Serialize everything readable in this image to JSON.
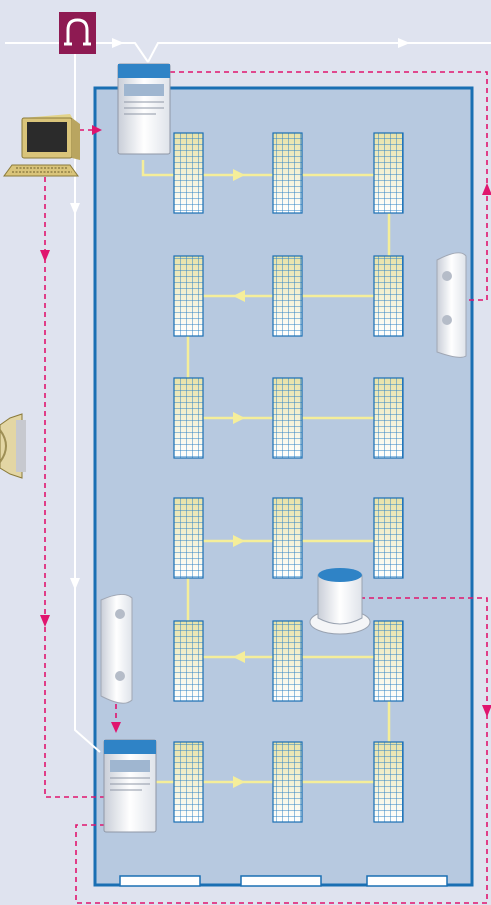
{
  "diagram": {
    "colors": {
      "background": "#dfe3ef",
      "room_fill": "#b7c9e0",
      "room_border": "#1a6fb3",
      "loop_line": "#f5ee9a",
      "signal_line": "#e0156e",
      "supply_line": "#ffffff",
      "panel_fill": "#ffffff",
      "panel_stroke": "#1a6fb3",
      "grid_top": "#e8e2a8",
      "grid_bottom": "#ffffff",
      "icon_badge": "#8e1a52"
    },
    "icons": {
      "supply": "omega-arch-icon",
      "computer": "desktop-computer-icon",
      "sounder": "sounder-icon",
      "control_unit": "control-panel-icon",
      "wall_unit": "wall-mounted-unit-icon",
      "ceiling_detector": "ceiling-detector-icon",
      "cabinet": "cabinet-grid-icon"
    },
    "cabinet_rows": 6,
    "cabinet_cols": 3,
    "loop_flow": [
      "right",
      "left",
      "right",
      "right",
      "left",
      "right"
    ]
  }
}
